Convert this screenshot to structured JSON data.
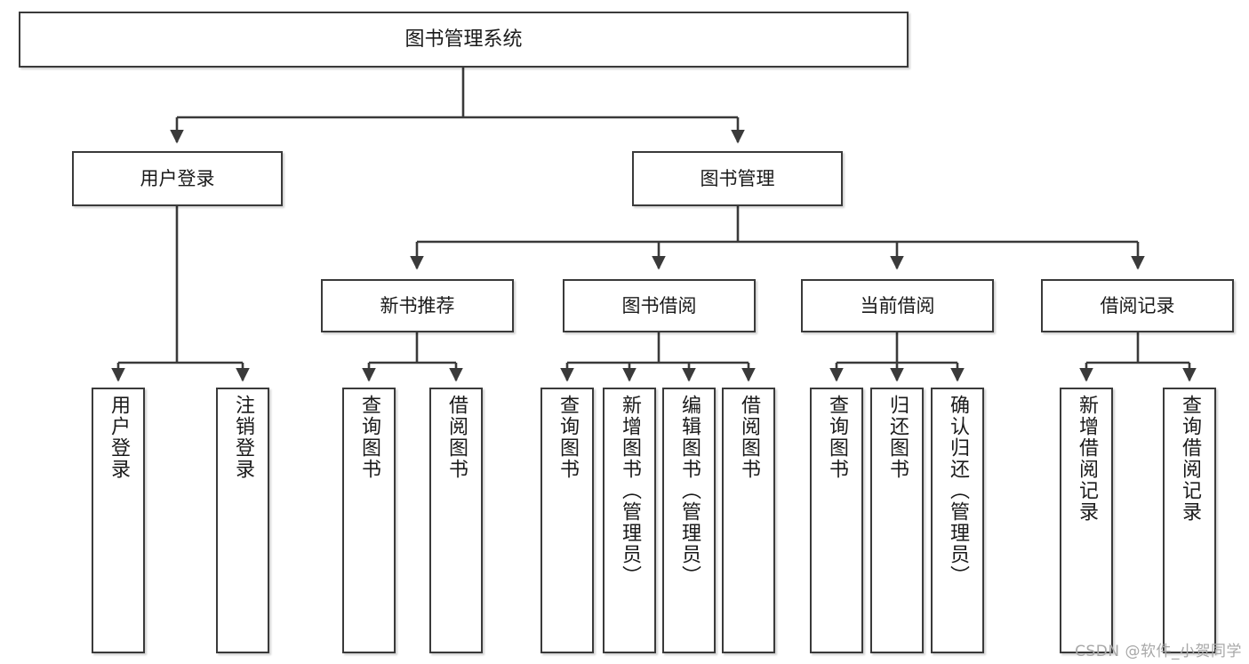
{
  "diagram": {
    "title": "图书管理系统",
    "watermark": "CSDN @软件_小贺同学",
    "colors": {
      "stroke": "#3a3a3a",
      "fill": "#ffffff",
      "text": "#1a1a1a",
      "watermark": "#a8a8a8"
    },
    "root": {
      "label": "图书管理系统"
    },
    "level2": [
      {
        "label": "用户登录"
      },
      {
        "label": "图书管理"
      }
    ],
    "level3": [
      {
        "label": "新书推荐"
      },
      {
        "label": "图书借阅"
      },
      {
        "label": "当前借阅"
      },
      {
        "label": "借阅记录"
      }
    ],
    "leaves": {
      "user_login": [
        {
          "label": "用户登录"
        },
        {
          "label": "注销登录"
        }
      ],
      "new_book_recommend": [
        {
          "label": "查询图书"
        },
        {
          "label": "借阅图书"
        }
      ],
      "book_borrow": [
        {
          "label": "查询图书"
        },
        {
          "label": "新增图书（管理员）"
        },
        {
          "label": "编辑图书（管理员）"
        },
        {
          "label": "借阅图书"
        }
      ],
      "current_borrow": [
        {
          "label": "查询图书"
        },
        {
          "label": "归还图书"
        },
        {
          "label": "确认归还（管理员）"
        }
      ],
      "borrow_record": [
        {
          "label": "新增借阅记录"
        },
        {
          "label": "查询借阅记录"
        }
      ]
    }
  }
}
